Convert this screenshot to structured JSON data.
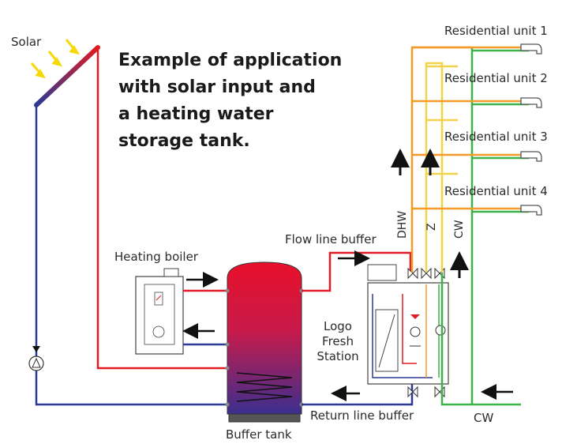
{
  "title_lines": [
    "Example of application",
    "with solar input and",
    "a heating water",
    "storage tank."
  ],
  "labels": {
    "solar": "Solar",
    "heating_boiler": "Heating boiler",
    "buffer_tank": "Buffer tank",
    "flow_line_buffer": "Flow line buffer",
    "return_line_buffer": "Return line buffer",
    "logo_fresh_station": [
      "Logo",
      "Fresh",
      "Station"
    ],
    "dhw": "DHW",
    "z": "Z",
    "cw_vertical": "CW",
    "cw_bottom": "CW",
    "units": [
      "Residential unit 1",
      "Residential unit 2",
      "Residential unit 3",
      "Residential unit 4"
    ]
  },
  "colors": {
    "hot": "#e01b24",
    "cold": "#2b3a93",
    "dhw": "#f39a2b",
    "circulation": "#f2d44a",
    "cold_water": "#3cb34a",
    "arrow": "#111111"
  }
}
